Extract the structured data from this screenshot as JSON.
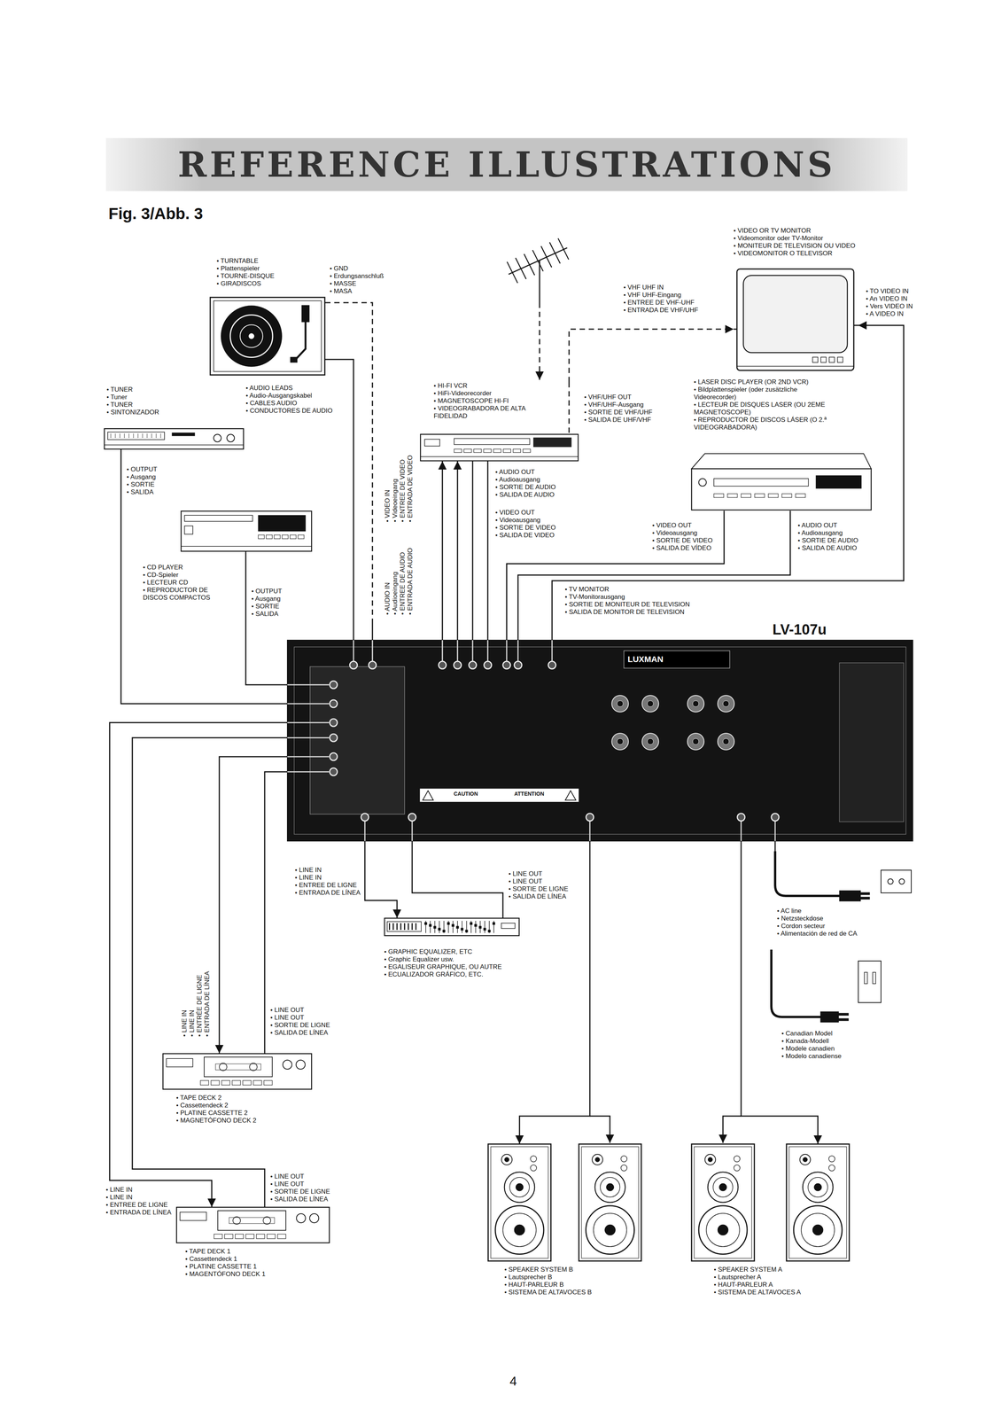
{
  "diagram": {
    "title": "REFERENCE ILLUSTRATIONS",
    "nodes": [
      {
        "text": [
          "• TURNTABLE",
          "• Plattenspieler",
          "• TOURNE-DISQUE",
          "• GIRADISCOS"
        ]
      },
      {
        "text": [
          "• TUNER",
          "• Tuner",
          "• TUNER",
          "• SINTONIZADOR"
        ]
      },
      {
        "text": [
          "• CD PLAYER",
          "• CD-Spieler",
          "• LECTEUR CD",
          "• REPRODUCTOR DE DISCOS COMPACTOS"
        ]
      },
      {
        "text": [
          "• HI-FI VCR",
          "• HiFi-Videorecorder",
          "• MAGNETOSCOPE HI-FI",
          "• VIDEOGRABADORA DE ALTA FIDELIDAD"
        ]
      },
      {
        "text": [
          "• VIDEO OR TV MONITOR",
          "• Videomonitor oder TV-Monitor",
          "• MONITEUR DE TELEVISION OU VIDEO",
          "• VIDEOMONITOR O TELEVISOR"
        ]
      },
      {
        "text": [
          "• LASER DISC PLAYER (OR 2ND VCR)",
          "• Bildplattenspieler (oder zusätzliche Videorecorder)",
          "• LECTEUR DE DISQUES LASER (OU 2EME MAGNETOSCOPE)",
          "• REPRODUCTOR DE DISCOS LÁSER (O 2.ª VIDEOGRABADORA)"
        ]
      },
      {
        "text": [
          "LV-107u"
        ]
      },
      {
        "text": [
          "• GRAPHIC EQUALIZER, ETC",
          "• Graphic Equalizer usw.",
          "• EGALISEUR GRAPHIQUE, OU AUTRE",
          "• ECUALIZADOR GRÁFICO, ETC."
        ]
      },
      {
        "text": [
          "• TAPE DECK 2",
          "• Cassettendeck 2",
          "• PLATINE CASSETTE 2",
          "• MAGNETÓFONO DECK 2"
        ]
      },
      {
        "text": [
          "• TAPE DECK 1",
          "• Cassettendeck 1",
          "• PLATINE CASSETTE 1",
          "• MAGENTÓFONO DECK 1"
        ]
      },
      {
        "text": [
          "• SPEAKER SYSTEM B",
          "• Lautsprecher B",
          "• HAUT-PARLEUR B",
          "• SISTEMA DE ALTAVOCES B"
        ]
      },
      {
        "text": [
          "• SPEAKER SYSTEM A",
          "• Lautsprecher A",
          "• HAUT-PARLEUR A",
          "• SISTEMA DE ALTAVOCES A"
        ]
      },
      {
        "text": [
          "• AC line",
          "• Netzsteckdose",
          "• Cordon secteur",
          "• Alimentación de red de CA"
        ]
      },
      {
        "text": [
          "• Canadian Model",
          "• Kanada-Modell",
          "• Modele canadien",
          "• Modelo canadiense"
        ]
      }
    ],
    "edges": [
      {
        "from": 0,
        "to": 6,
        "arrow": "none"
      },
      {
        "from": 0,
        "to": 6,
        "arrow": "none"
      },
      {
        "from": 1,
        "to": 6,
        "arrow": "none"
      },
      {
        "from": 2,
        "to": 6,
        "arrow": "none"
      },
      {
        "from": 3,
        "to": 6,
        "arrow": "none"
      },
      {
        "from": 6,
        "to": 3,
        "arrow": "to"
      },
      {
        "from": 3,
        "to": 6,
        "arrow": "none"
      },
      {
        "from": 6,
        "to": 3,
        "arrow": "to"
      },
      {
        "from": 3,
        "to": 4,
        "arrow": "to"
      },
      {
        "from": 5,
        "to": 6,
        "arrow": "none"
      },
      {
        "from": 5,
        "to": 6,
        "arrow": "none"
      },
      {
        "from": 6,
        "to": 4,
        "arrow": "to"
      },
      {
        "from": 6,
        "to": 7,
        "arrow": "to"
      },
      {
        "from": 7,
        "to": 6,
        "arrow": "none"
      },
      {
        "from": 6,
        "to": 8,
        "arrow": "to"
      },
      {
        "from": 8,
        "to": 6,
        "arrow": "none"
      },
      {
        "from": 6,
        "to": 9,
        "arrow": "to"
      },
      {
        "from": 9,
        "to": 6,
        "arrow": "none"
      },
      {
        "from": 6,
        "to": 10,
        "arrow": "to"
      },
      {
        "from": 6,
        "to": 11,
        "arrow": "to"
      },
      {
        "from": 6,
        "to": 12,
        "arrow": "none"
      }
    ],
    "labels": [
      "Fig. 3/Abb. 3",
      "• GND",
      "• Erdungsanschluß",
      "• MASSE",
      "• MASA",
      "• AUDIO LEADS",
      "• Audio-Ausgangskabel",
      "• CABLES AUDIO",
      "• CONDUCTORES DE AUDIO",
      "• OUTPUT",
      "• Ausgang",
      "• SORTIE",
      "• SALIDA",
      "• OUTPUT",
      "• Ausgang",
      "• SORTIE",
      "• SALIDA",
      "• VIDEO IN",
      "• Videoeingang",
      "• ENTREE DE VIDEO",
      "• ENTRADA DE VIDEO",
      "• AUDIO IN",
      "• Audioeingang",
      "• ENTREE DE AUDIO",
      "• ENTRADA DE AUDIO",
      "• AUDIO OUT",
      "• Audioausgang",
      "• SORTIE DE AUDIO",
      "• SALIDA DE AUDIO",
      "• VIDEO OUT",
      "• Videoausgang",
      "• SORTIE DE VIDEO",
      "• SALIDA DE VIDEO",
      "• VHF/UHF OUT",
      "• VHF/UHF-Ausgang",
      "• SORTIE DE VHF/UHF",
      "• SALIDA DE UHF/VHF",
      "• VHF UHF IN",
      "• VHF UHF-Eingang",
      "• ENTREE DE VHF-UHF",
      "• ENTRADA DE VHF/UHF",
      "• TO VIDEO IN",
      "• An VIDEO IN",
      "• Vers VIDEO IN",
      "• A VIDEO IN",
      "• VIDEO OUT",
      "• Videoausgang",
      "• SORTIE DE VIDEO",
      "• SALIDA DE VÍDEO",
      "• AUDIO OUT",
      "• Audioausgang",
      "• SORTIE DE AUDIO",
      "• SALIDA DE AUDIO",
      "• TV MONITOR",
      "• TV-Monitorausgang",
      "• SORTIE DE MONITEUR DE TELEVISION",
      "• SALIDA DE MONITOR DE TELEVISION",
      "• LINE IN",
      "• LINE IN",
      "• ENTREE DE LIGNE",
      "• ENTRADA DE LÍNEA",
      "• LINE OUT",
      "• LINE OUT",
      "• SORTIE DE LIGNE",
      "• SALIDA DE LÍNEA",
      "• LINE IN",
      "• LINE IN",
      "• ENTRÉE DE LIGNE",
      "• ENTRADA DE LÍNEA",
      "• LINE OUT",
      "• LINE OUT",
      "• SORTIE DE LIGNE",
      "• SALIDA DE LÍNEA",
      "• LINE IN",
      "• LINE IN",
      "• ENTREE DE LIGNE",
      "• ENTRADA DE LÍNEA",
      "• LINE OUT",
      "• LINE OUT",
      "• SORTIE DE LIGNE",
      "• SALIDA DE LÍNEA",
      "LUXMAN",
      "CAUTION",
      "ATTENTION",
      "4"
    ]
  }
}
